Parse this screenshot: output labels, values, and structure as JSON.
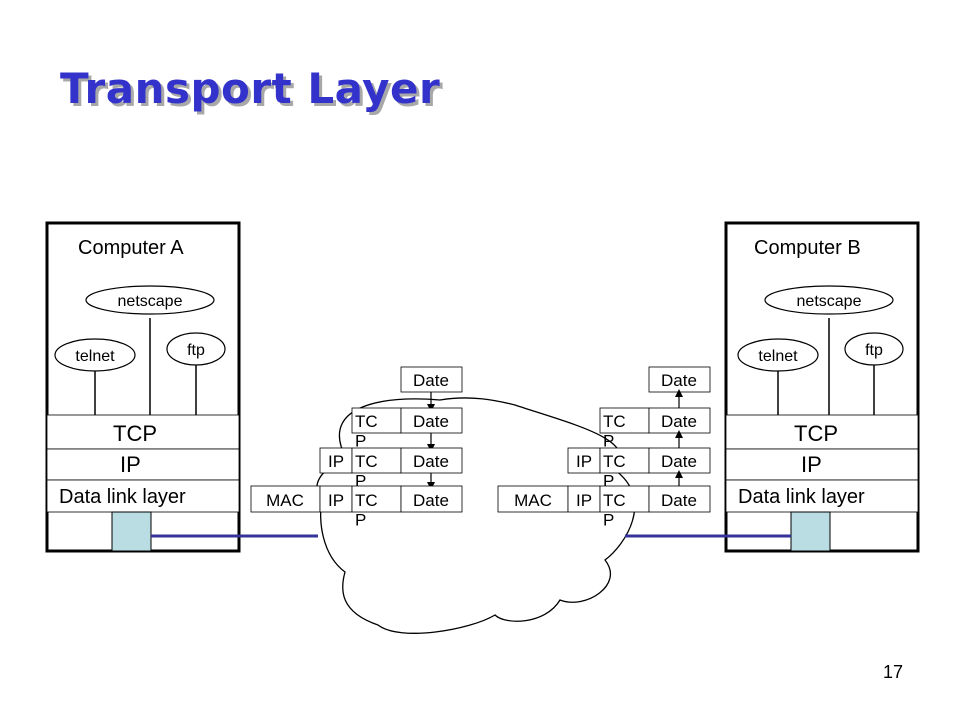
{
  "slide": {
    "title": "Transport Layer",
    "page_number": "17"
  },
  "computer_a": {
    "name": "Computer A",
    "apps": {
      "netscape": "netscape",
      "telnet": "telnet",
      "ftp": "ftp"
    },
    "layers": {
      "tcp": "TCP",
      "ip": "IP",
      "datalink": "Data link layer"
    }
  },
  "computer_b": {
    "name": "Computer B",
    "apps": {
      "netscape": "netscape",
      "telnet": "telnet",
      "ftp": "ftp"
    },
    "layers": {
      "tcp": "TCP",
      "ip": "IP",
      "datalink": "Data link layer"
    }
  },
  "packets": {
    "date": "Date",
    "tcp": "TC\nP",
    "ip": "IP",
    "mac": "MAC"
  },
  "colors": {
    "title": "#3333cc",
    "link": "#333399",
    "nic": "#b9dde3"
  }
}
